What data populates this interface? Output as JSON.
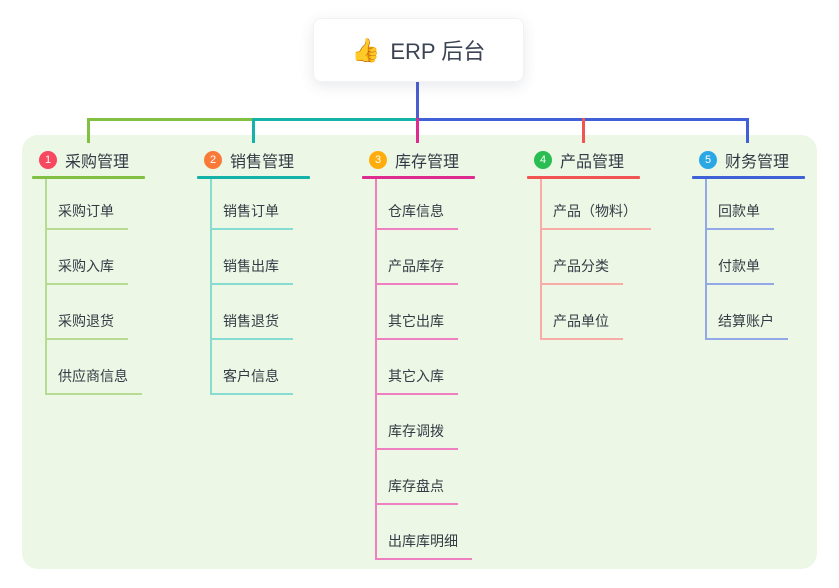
{
  "canvas": {
    "panel_bg": "#ecf7e5",
    "root_line_color": "#4a5ed2"
  },
  "root": {
    "icon": "👍",
    "label": "ERP 后台"
  },
  "branches": [
    {
      "num": "1",
      "label": "采购管理",
      "badge_color": "#f8485f",
      "line_color": "#82c043",
      "child_line_color": "#b7db92",
      "children": [
        "采购订单",
        "采购入库",
        "采购退货",
        "供应商信息"
      ]
    },
    {
      "num": "2",
      "label": "销售管理",
      "badge_color": "#f97a38",
      "line_color": "#14b3a9",
      "child_line_color": "#87dcd2",
      "children": [
        "销售订单",
        "销售出库",
        "销售退货",
        "客户信息"
      ]
    },
    {
      "num": "3",
      "label": "库存管理",
      "badge_color": "#ffad0d",
      "line_color": "#dd2b90",
      "child_line_color": "#ee7fc0",
      "children": [
        "仓库信息",
        "产品库存",
        "其它出库",
        "其它入库",
        "库存调拨",
        "库存盘点",
        "出库库明细"
      ]
    },
    {
      "num": "4",
      "label": "产品管理",
      "badge_color": "#29bd52",
      "line_color": "#f25353",
      "child_line_color": "#f8aca6",
      "children": [
        "产品（物料）",
        "产品分类",
        "产品单位"
      ]
    },
    {
      "num": "5",
      "label": "财务管理",
      "badge_color": "#2aa7e4",
      "line_color": "#3f60d6",
      "child_line_color": "#93a8e6",
      "children": [
        "回款单",
        "付款单",
        "结算账户"
      ]
    }
  ]
}
